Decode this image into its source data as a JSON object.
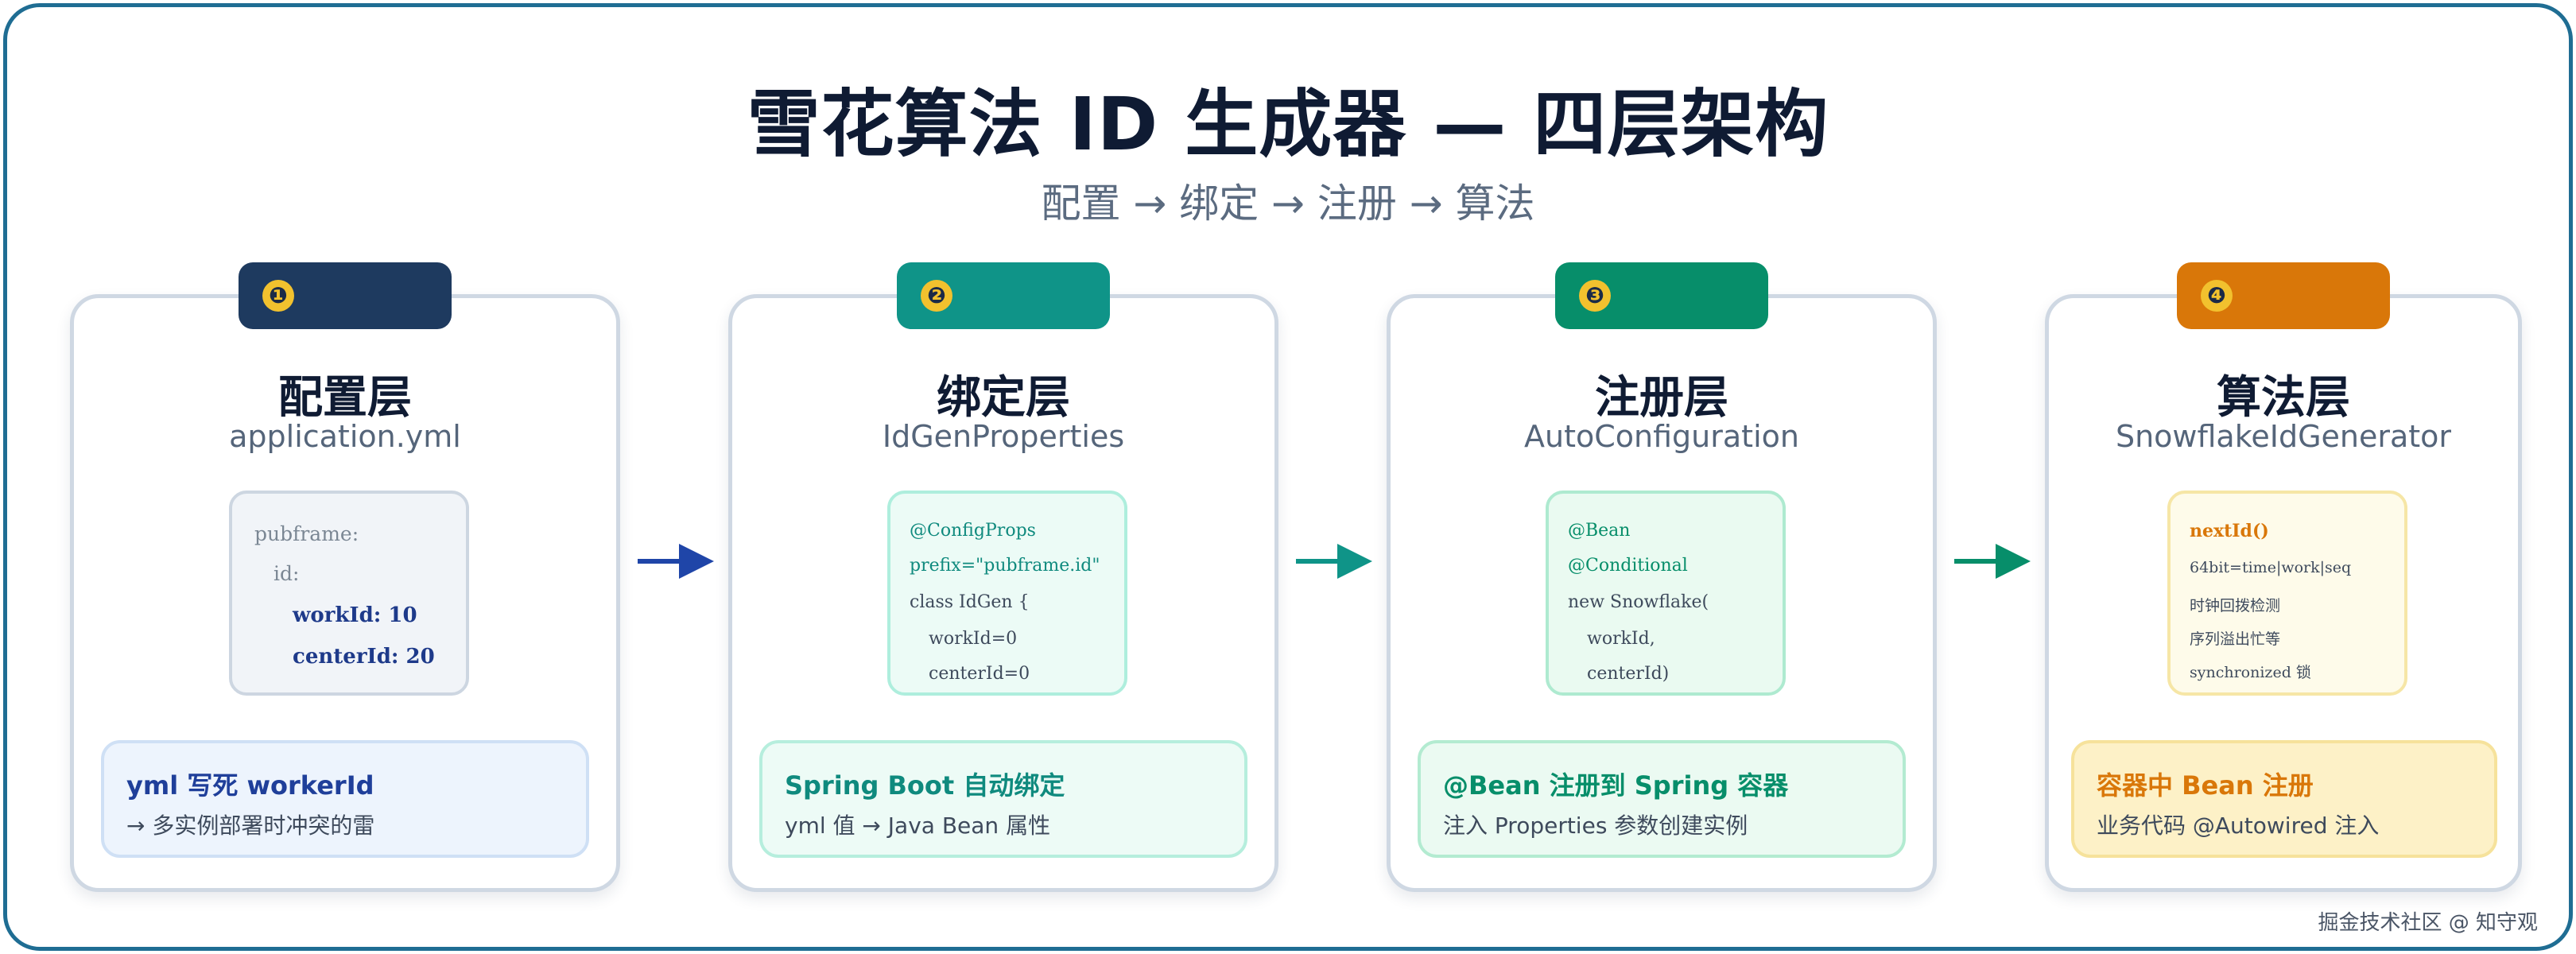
{
  "title": "雪花算法 ID 生成器 — 四层架构",
  "subtitle": "配置 → 绑定 → 注册 → 算法",
  "layers": [
    {
      "number": "❶",
      "name": "配置层",
      "sub": "application.yml",
      "tab_color": "#1e3a5f",
      "code": [
        "pubframe:",
        "id:",
        "workId: 10",
        "centerId: 20"
      ],
      "note_title": "yml 写死 workerId",
      "note_body": "→ 多实例部署时冲突的雷"
    },
    {
      "number": "❷",
      "name": "绑定层",
      "sub": "IdGenProperties",
      "tab_color": "#0f9488",
      "code": [
        "@ConfigProps",
        "prefix=\"pubframe.id\"",
        "class IdGen {",
        "workId=0",
        "centerId=0"
      ],
      "note_title": "Spring Boot 自动绑定",
      "note_body": "yml 值 → Java Bean 属性"
    },
    {
      "number": "❸",
      "name": "注册层",
      "sub": "AutoConfiguration",
      "tab_color": "#078e6a",
      "code": [
        "@Bean",
        "@Conditional",
        "new Snowflake(",
        "workId,",
        "centerId)"
      ],
      "note_title": "@Bean 注册到 Spring 容器",
      "note_body": "注入 Properties 参数创建实例"
    },
    {
      "number": "❹",
      "name": "算法层",
      "sub": "SnowflakeIdGenerator",
      "tab_color": "#d97709",
      "code": [
        "nextId()",
        "64bit=time|work|seq",
        "时钟回拨检测",
        "序列溢出忙等",
        "synchronized 锁"
      ],
      "note_title": "容器中 Bean 注册",
      "note_body": "业务代码 @Autowired 注入"
    }
  ],
  "arrow_colors": [
    "#1f45a8",
    "#0f9488",
    "#078e6a"
  ],
  "watermark": "掘金技术社区 @ 知守观"
}
